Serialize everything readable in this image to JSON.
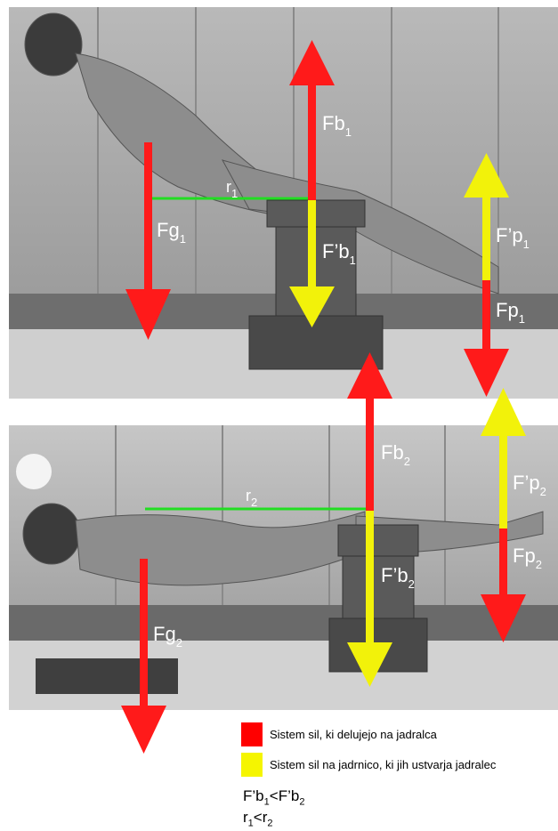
{
  "labels": {
    "Fb1": {
      "main": "Fb",
      "sub": "1"
    },
    "Fpb1": {
      "main": "F’b",
      "sub": "1"
    },
    "Fg1": {
      "main": "Fg",
      "sub": "1"
    },
    "r1": {
      "main": "r",
      "sub": "1"
    },
    "Fpp1": {
      "main": "F’p",
      "sub": "1"
    },
    "Fp1": {
      "main": "Fp",
      "sub": "1"
    },
    "Fb2": {
      "main": "Fb",
      "sub": "2"
    },
    "Fpb2": {
      "main": "F’b",
      "sub": "2"
    },
    "Fg2": {
      "main": "Fg",
      "sub": "2"
    },
    "r2": {
      "main": "r",
      "sub": "2"
    },
    "Fpp2": {
      "main": "F’p",
      "sub": "2"
    },
    "Fp2": {
      "main": "Fp",
      "sub": "2"
    }
  },
  "legend": [
    {
      "color": "#ff0000",
      "text": "Sistem sil, ki delujejo na jadralca"
    },
    {
      "color": "#f5f500",
      "text": "Sistem sil na jadrnico, ki jih ustvarja jadralec"
    }
  ],
  "formulas": {
    "line1": {
      "a": "F’b",
      "a_sub": "1",
      "op": "<",
      "b": "F’b",
      "b_sub": "2"
    },
    "line2": {
      "a": "r",
      "a_sub": "1",
      "op": "<",
      "b": "r",
      "b_sub": "2"
    }
  },
  "colors": {
    "red": "#ff1a1a",
    "yellow": "#f2f20a",
    "green": "#22dd22"
  }
}
